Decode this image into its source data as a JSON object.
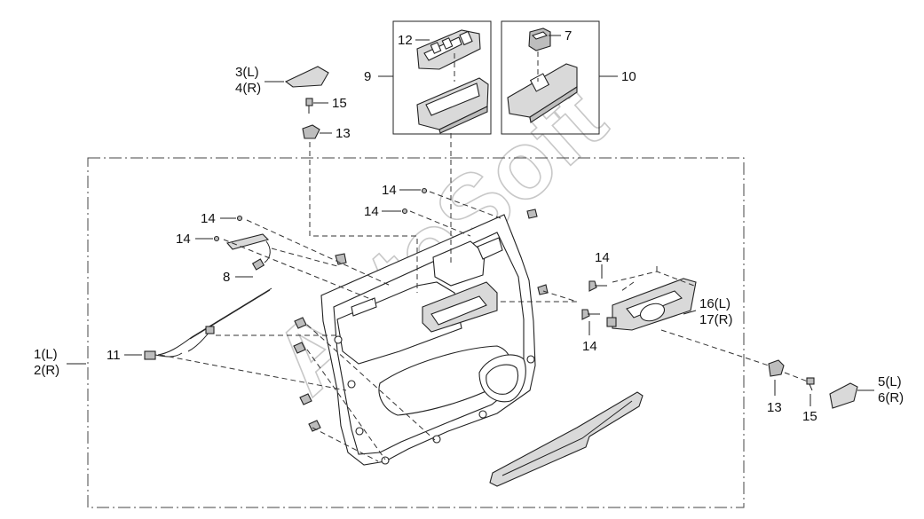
{
  "labels": {
    "p1_2": [
      "1(L)",
      "2(R)"
    ],
    "p3_4": [
      "3(L)",
      "4(R)"
    ],
    "p5_6": [
      "5(L)",
      "6(R)"
    ],
    "p7": "7",
    "p8": "8",
    "p9": "9",
    "p10": "10",
    "p11": "11",
    "p12": "12",
    "p13a": "13",
    "p13b": "13",
    "p14a": "14",
    "p14b": "14",
    "p14c": "14",
    "p14d": "14",
    "p14e": "14",
    "p14f": "14",
    "p15a": "15",
    "p15b": "15",
    "p16_17": [
      "16(L)",
      "17(R)"
    ]
  },
  "watermark": "AutoSoft"
}
